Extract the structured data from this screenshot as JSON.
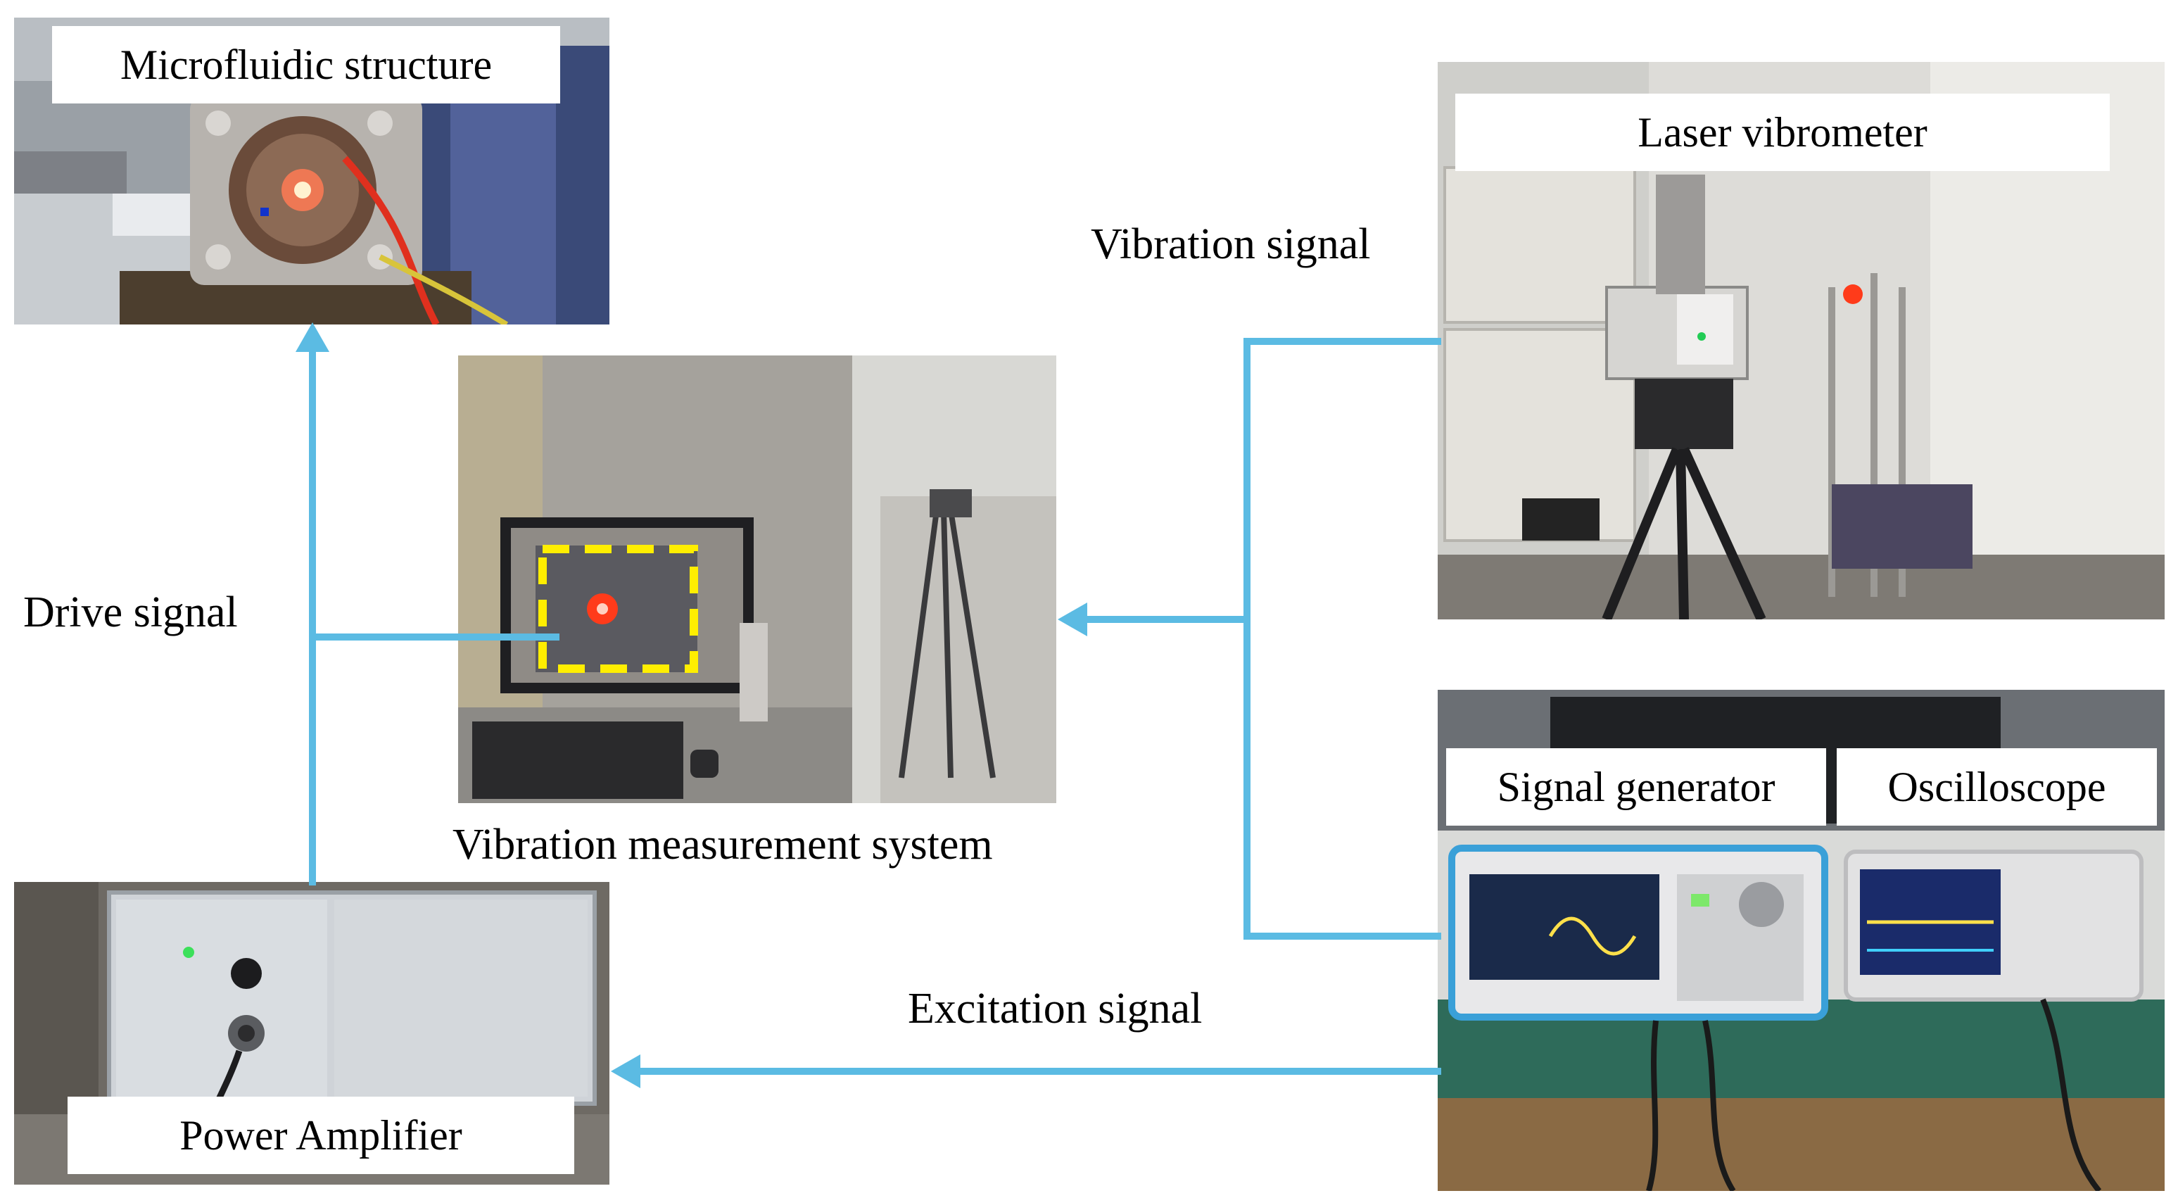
{
  "photos": {
    "microfluidic": {
      "label": "Microfluidic structure"
    },
    "laser": {
      "label": "Laser vibrometer"
    },
    "measurement": {
      "caption": "Vibration measurement system"
    },
    "generator": {
      "label_left": "Signal generator",
      "label_right": "Oscilloscope"
    },
    "amplifier": {
      "label": "Power Amplifier"
    }
  },
  "signals": {
    "vibration": "Vibration signal",
    "drive": "Drive signal",
    "excitation": "Excitation signal"
  },
  "colors": {
    "arrow": "#5bbbe3",
    "marker": "#ffee00",
    "laser_spot": "#ff3b1a"
  }
}
